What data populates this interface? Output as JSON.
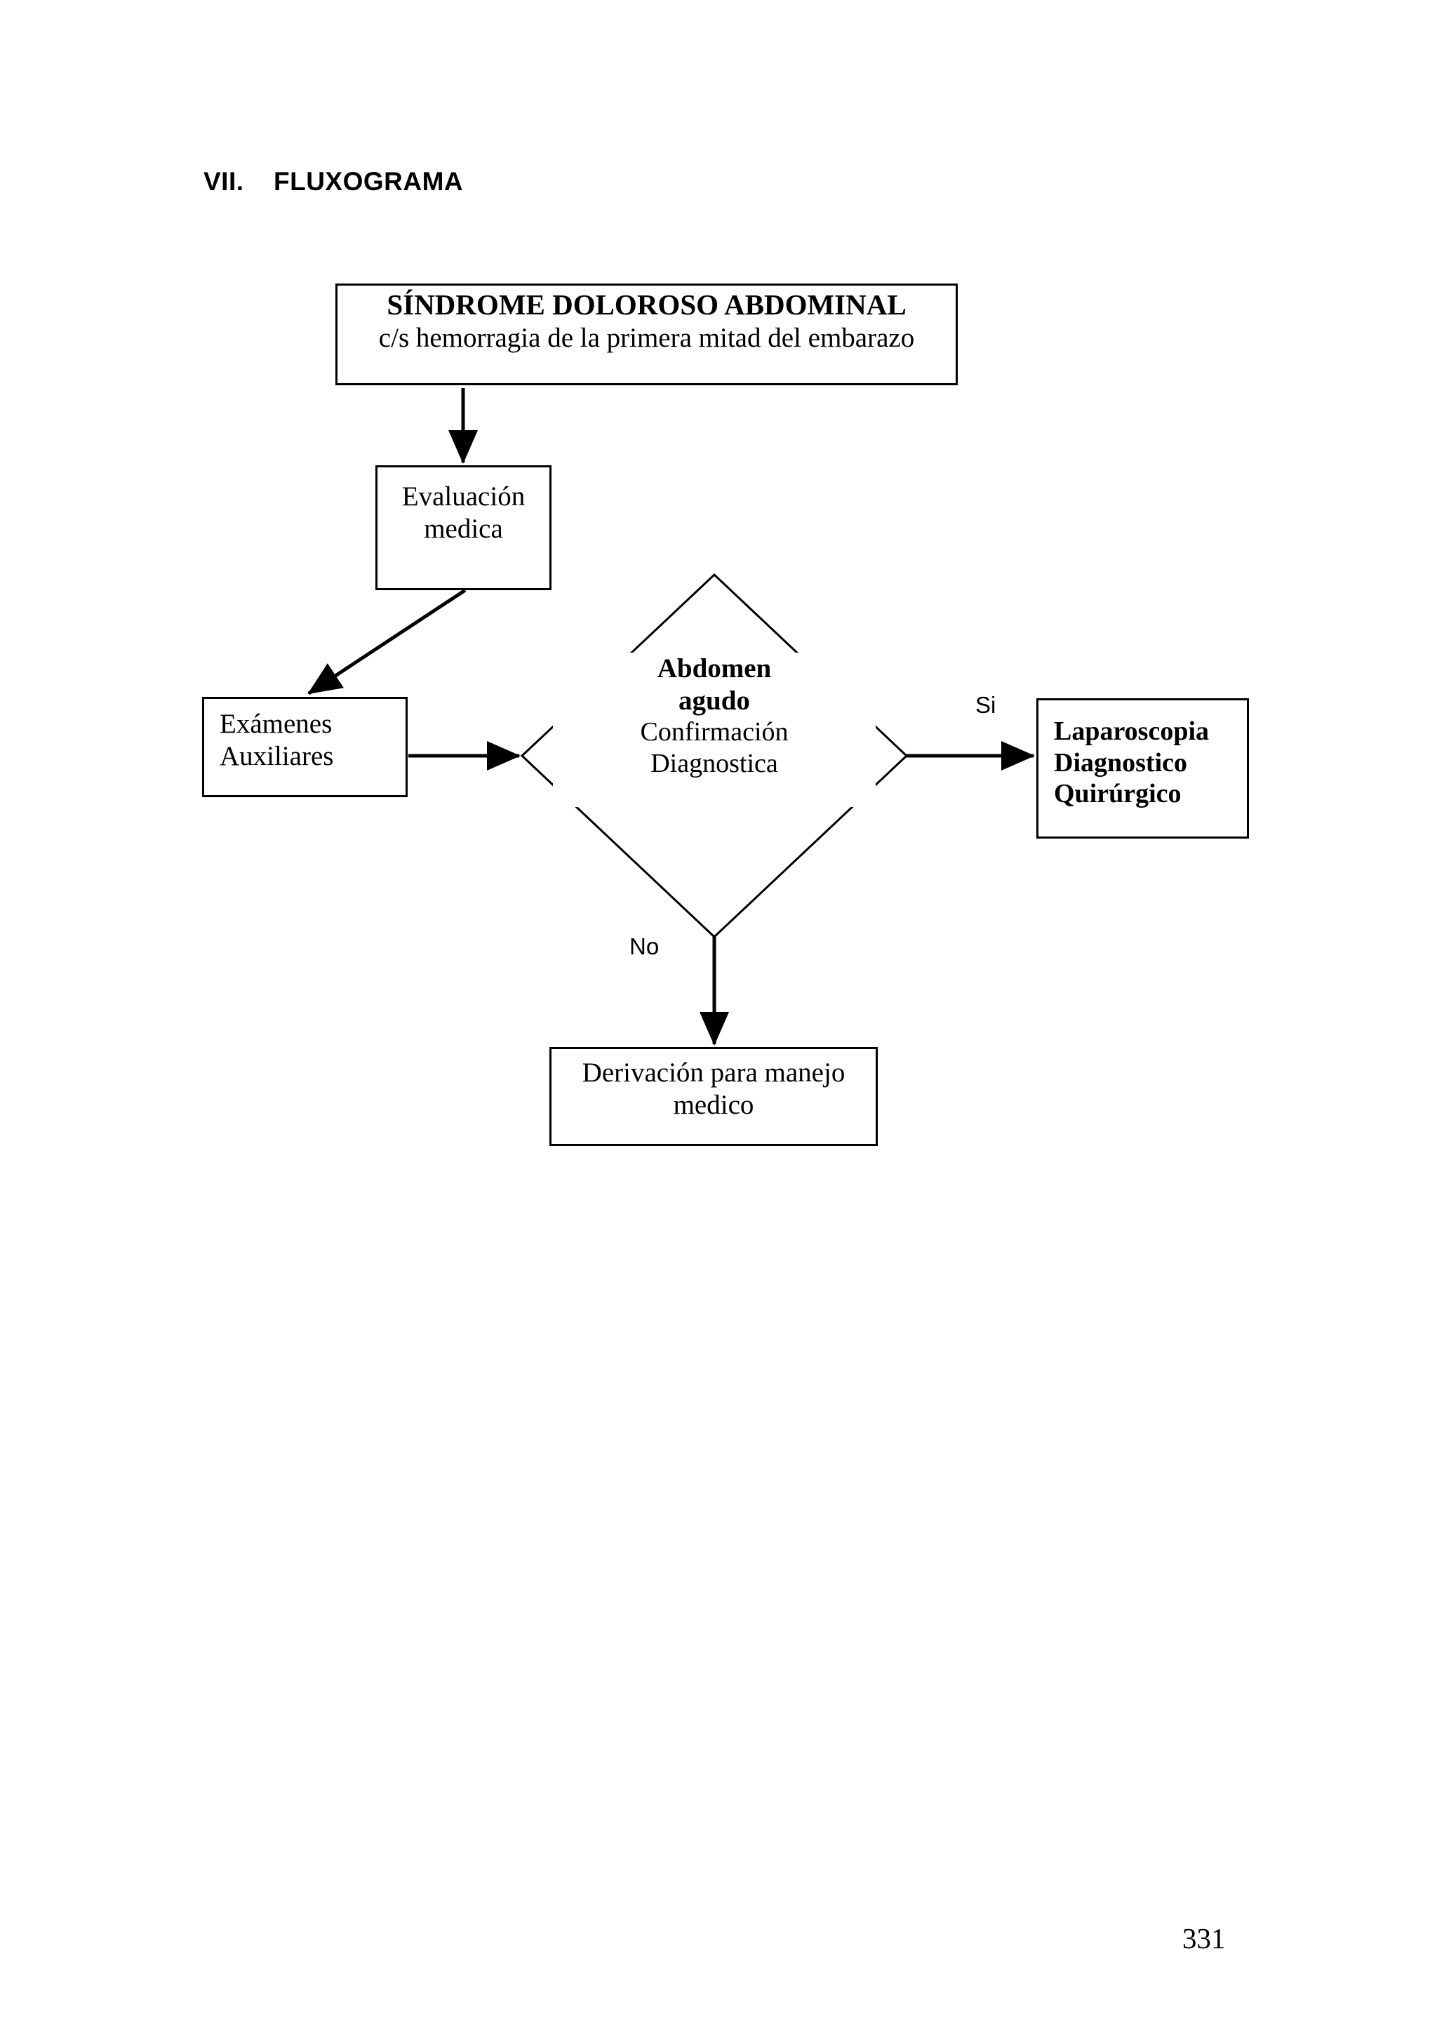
{
  "document": {
    "section_number": "VII.",
    "section_title": "FLUXOGRAMA",
    "page_number": "331"
  },
  "chart_data": {
    "type": "diagram",
    "subtype": "flowchart",
    "title": "SÍNDROME DOLOROSO ABDOMINAL",
    "nodes": [
      {
        "id": "title",
        "shape": "rectangle",
        "lines": [
          "SÍNDROME DOLOROSO ABDOMINAL",
          "c/s hemorragia de la primera mitad del embarazo"
        ]
      },
      {
        "id": "evaluacion",
        "shape": "rectangle",
        "lines": [
          "Evaluación",
          "medica"
        ]
      },
      {
        "id": "examenes",
        "shape": "rectangle",
        "lines": [
          "Exámenes",
          "Auxiliares"
        ]
      },
      {
        "id": "decision",
        "shape": "diamond",
        "lines": [
          "Abdomen",
          "agudo",
          "Confirmación",
          "Diagnostica"
        ]
      },
      {
        "id": "laparoscopia",
        "shape": "rectangle",
        "lines": [
          "Laparoscopia",
          "Diagnostico",
          "Quirúrgico"
        ]
      },
      {
        "id": "derivacion",
        "shape": "rectangle",
        "lines": [
          "Derivación para manejo",
          "medico"
        ]
      }
    ],
    "edges": [
      {
        "from": "title",
        "to": "evaluacion",
        "label": ""
      },
      {
        "from": "evaluacion",
        "to": "examenes",
        "label": ""
      },
      {
        "from": "examenes",
        "to": "decision",
        "label": ""
      },
      {
        "from": "decision",
        "to": "laparoscopia",
        "label": "Si"
      },
      {
        "from": "decision",
        "to": "derivacion",
        "label": "No"
      }
    ],
    "colors": {
      "stroke": "#000000",
      "fill": "#ffffff",
      "text": "#000000"
    }
  },
  "nodes": {
    "title": {
      "line1": "SÍNDROME DOLOROSO ABDOMINAL",
      "line2": "c/s hemorragia de la primera mitad del embarazo"
    },
    "evaluacion": {
      "line1": "Evaluación",
      "line2": "medica"
    },
    "examenes": {
      "line1": "Exámenes",
      "line2": "Auxiliares"
    },
    "decision": {
      "line1": "Abdomen",
      "line2": "agudo",
      "line3": "Confirmación",
      "line4": "Diagnostica"
    },
    "laparoscopia": {
      "line1": "Laparoscopia",
      "line2": "Diagnostico",
      "line3": "Quirúrgico"
    },
    "derivacion": {
      "line1": "Derivación para manejo",
      "line2": "medico"
    }
  },
  "edge_labels": {
    "yes": "Si",
    "no": "No"
  }
}
